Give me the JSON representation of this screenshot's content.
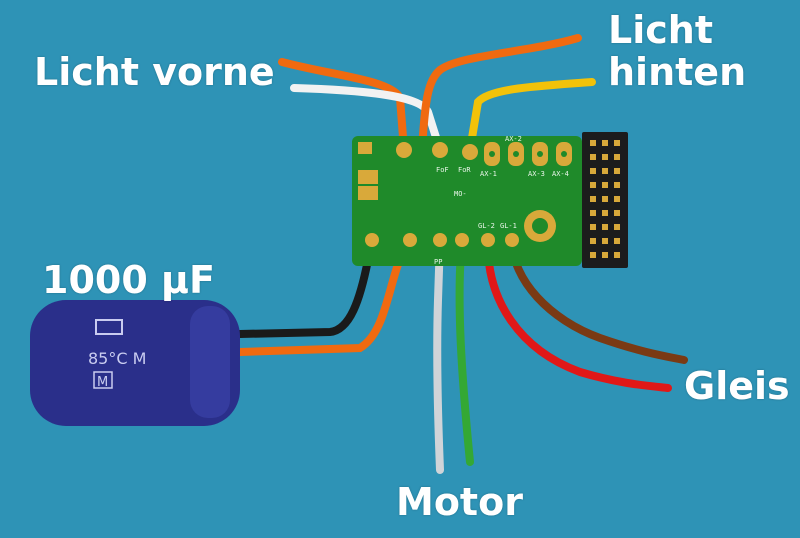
{
  "colors": {
    "background": "#2e93b6",
    "pcb": "#1f8a2a",
    "pad": "#d9a93a",
    "wire_orange": "#f06a10",
    "wire_white": "#f2f2f2",
    "wire_yellow": "#f2c20a",
    "wire_black": "#1a1a1a",
    "wire_grey": "#d0d4d8",
    "wire_green": "#34a834",
    "wire_red": "#e01818",
    "wire_brown": "#7a3a14",
    "capacitor": "#2a2f8a",
    "label_text": "#ffffff"
  },
  "labels": {
    "front_light": "Licht vorne",
    "rear_light_line1": "Licht",
    "rear_light_line2": "hinten",
    "capacitor": "1000 µF",
    "motor": "Motor",
    "track": "Gleis"
  },
  "pcb_text": {
    "ax2": "AX-2",
    "ax1": "AX-1",
    "ax3": "AX-3",
    "ax4": "AX-4",
    "fof": "FoF",
    "for": "FoR",
    "mo": "MO-",
    "gl1": "GL-1",
    "gl2": "GL-2",
    "pp": "PP"
  },
  "capacitor_print": {
    "rating": "85°C M",
    "logo": "M"
  },
  "icons": {
    "capacitor": "electrolytic-capacitor-icon",
    "header": "pin-header-icon"
  }
}
